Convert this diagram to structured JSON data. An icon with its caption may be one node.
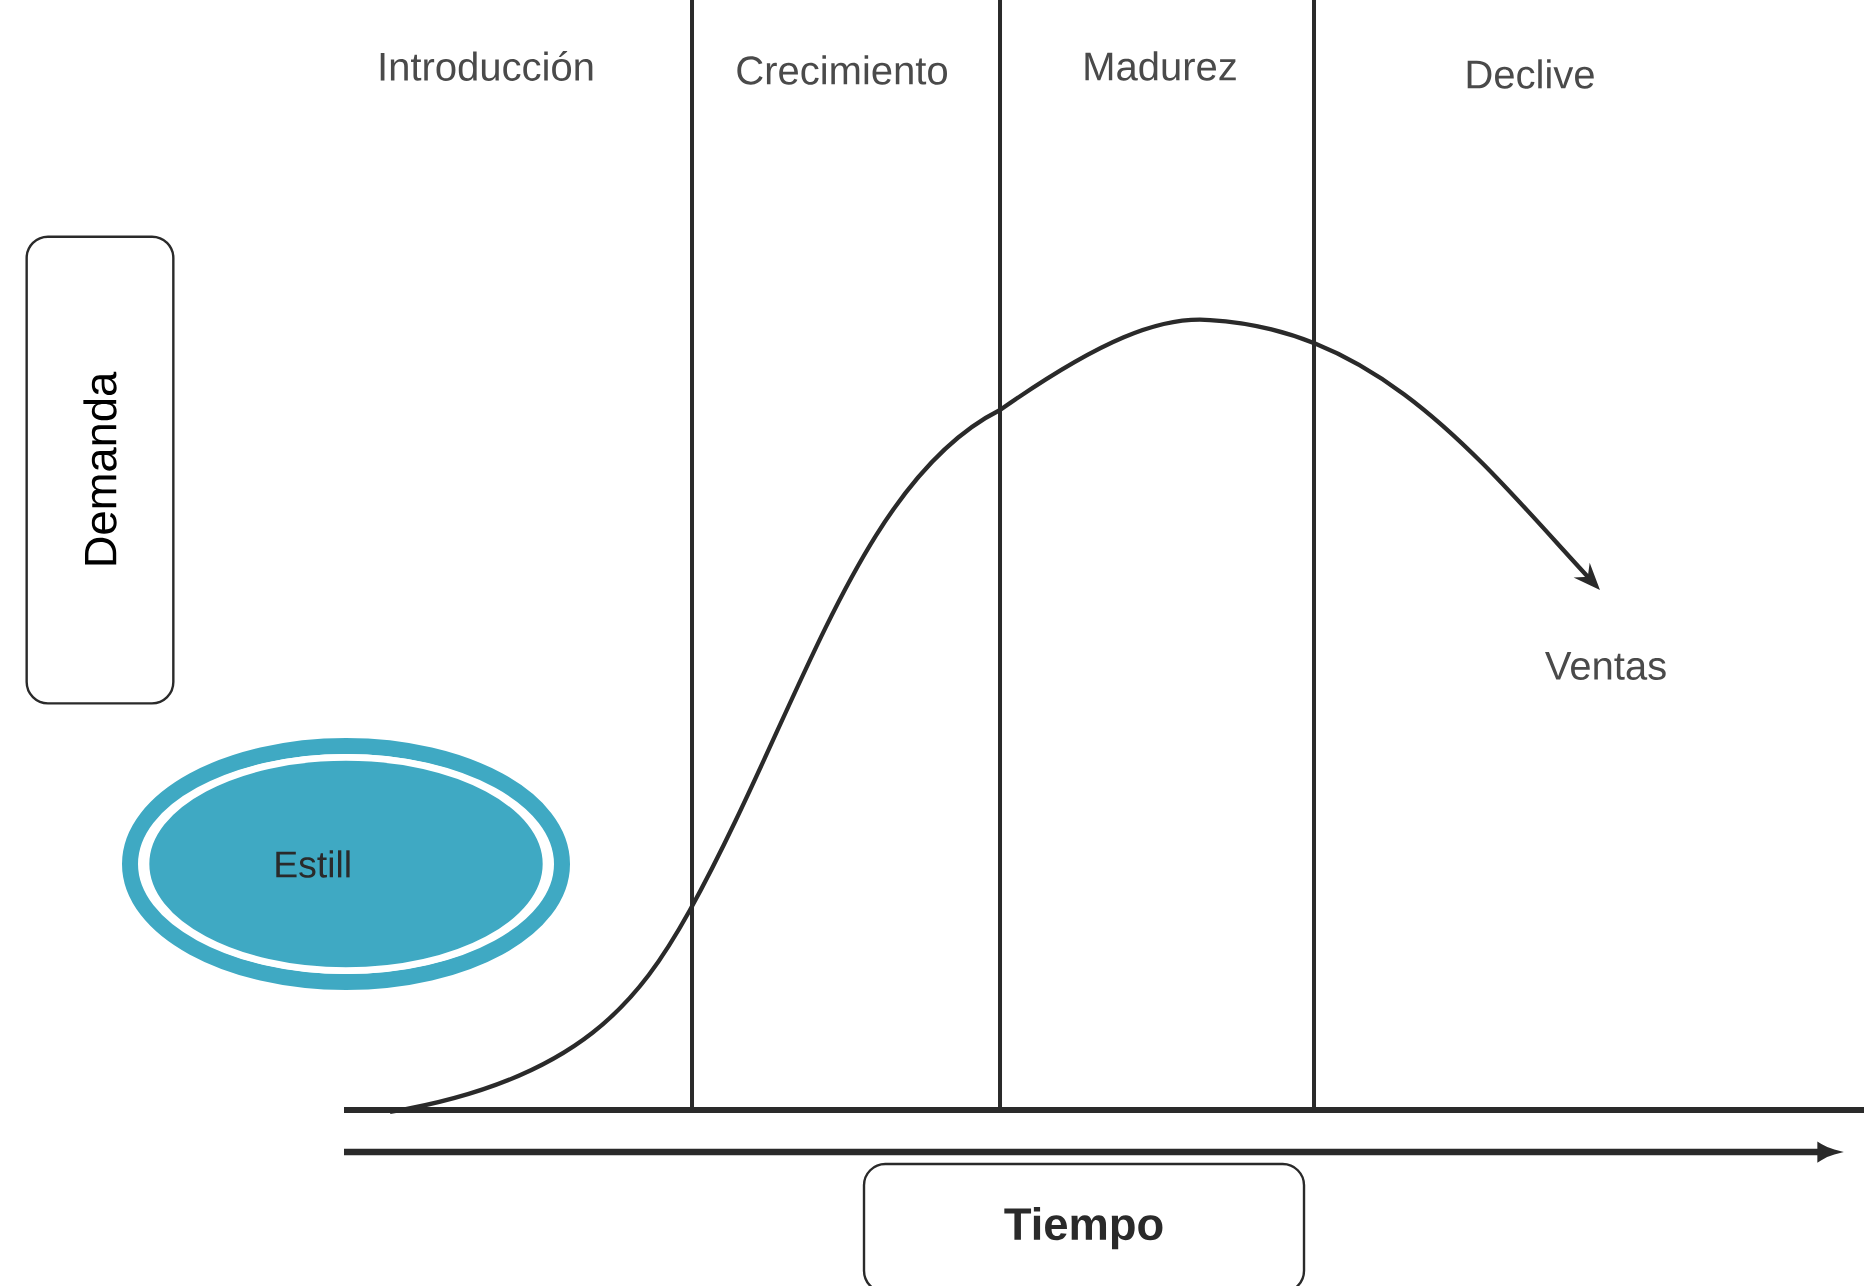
{
  "diagram": {
    "nodes": [
      {
        "text": [
          "Demanda"
        ]
      },
      {
        "text": [
          "Estill"
        ]
      },
      {
        "text": [
          "Tiempo"
        ]
      }
    ],
    "edges": [],
    "labels": [
      "Introducción",
      "Crecimiento",
      "Madurez",
      "Declive",
      "Ventas"
    ]
  }
}
